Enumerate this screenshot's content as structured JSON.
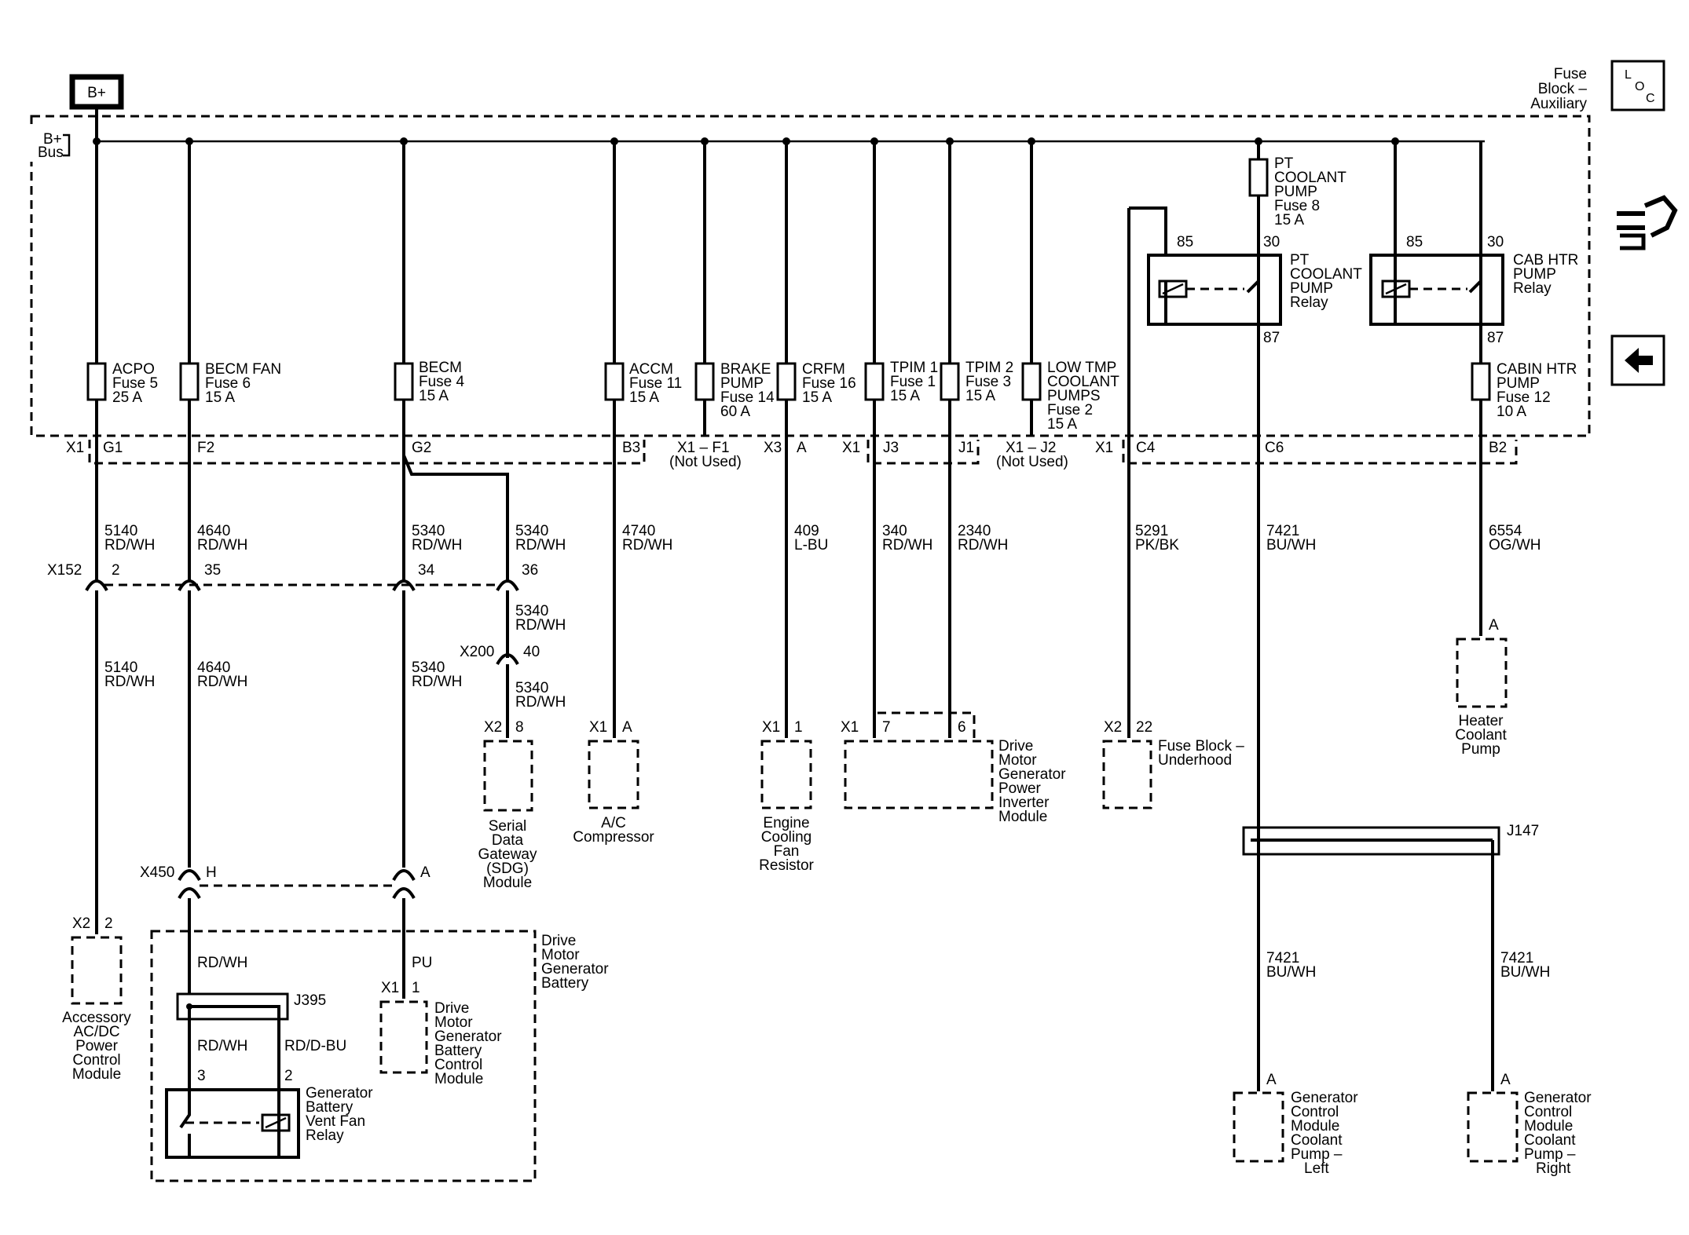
{
  "header": {
    "bplus": "B+",
    "fuse_block": [
      "Fuse",
      "Block –",
      "Auxiliary"
    ],
    "bplus_bus": [
      "B+",
      "Bus"
    ]
  },
  "nav_icons": {
    "loc": {
      "name": "loc-icon",
      "glyph": "L O C"
    },
    "harness": {
      "name": "harness-connector-icon"
    },
    "back": {
      "name": "back-arrow-icon",
      "glyph": "←"
    }
  },
  "fuses": [
    {
      "lines": [
        "ACPO",
        "Fuse 5",
        "25 A"
      ]
    },
    {
      "lines": [
        "BECM FAN",
        "Fuse 6",
        "15 A"
      ]
    },
    {
      "lines": [
        "BECM",
        "Fuse 4",
        "15 A"
      ]
    },
    {
      "lines": [
        "ACCM",
        "Fuse 11",
        "15 A"
      ]
    },
    {
      "lines": [
        "BRAKE",
        "PUMP",
        "Fuse 14",
        "60 A"
      ]
    },
    {
      "lines": [
        "CRFM",
        "Fuse 16",
        "15 A"
      ]
    },
    {
      "lines": [
        "TPIM 1",
        "Fuse 1",
        "15 A"
      ]
    },
    {
      "lines": [
        "TPIM 2",
        "Fuse 3",
        "15 A"
      ]
    },
    {
      "lines": [
        "LOW TMP",
        "COOLANT",
        "PUMPS",
        "Fuse 2",
        "15 A"
      ]
    },
    {
      "lines": [
        "PT",
        "COOLANT",
        "PUMP",
        "Fuse 8",
        "15 A"
      ]
    },
    {
      "lines": [
        "CABIN HTR",
        "PUMP",
        "Fuse 12",
        "10 A"
      ]
    }
  ],
  "relays": [
    {
      "lines": [
        "PT",
        "COOLANT",
        "PUMP",
        "Relay"
      ],
      "pin_coil": "85",
      "pin_in": "30",
      "pin_out": "87"
    },
    {
      "lines": [
        "CAB HTR",
        "PUMP",
        "Relay"
      ],
      "pin_coil": "85",
      "pin_in": "30",
      "pin_out": "87"
    }
  ],
  "block_connectors": {
    "x1_a": "X1",
    "g1": "G1",
    "f2": "F2",
    "g2": "G2",
    "b3": "B3",
    "x1_f1": "X1 – F1",
    "not_used_1": "(Not Used)",
    "x3": "X3",
    "a": "A",
    "x1_b": "X1",
    "j3": "J3",
    "j1": "J1",
    "x1_j2": "X1 – J2",
    "not_used_2": "(Not Used)",
    "x1_c": "X1",
    "c4": "C4",
    "c6": "C6",
    "b2": "B2"
  },
  "wires_top": [
    {
      "circuit": "5140",
      "color": "RD/WH"
    },
    {
      "circuit": "4640",
      "color": "RD/WH"
    },
    {
      "circuit": "5340",
      "color": "RD/WH"
    },
    {
      "circuit": "5340",
      "color": "RD/WH"
    },
    {
      "circuit": "4740",
      "color": "RD/WH"
    },
    {
      "circuit": "409",
      "color": "L-BU"
    },
    {
      "circuit": "340",
      "color": "RD/WH"
    },
    {
      "circuit": "2340",
      "color": "RD/WH"
    },
    {
      "circuit": "5291",
      "color": "PK/BK"
    },
    {
      "circuit": "7421",
      "color": "BU/WH"
    },
    {
      "circuit": "6554",
      "color": "OG/WH"
    }
  ],
  "x152": {
    "label": "X152",
    "pins": [
      "2",
      "35",
      "34",
      "36"
    ]
  },
  "wires_mid": [
    {
      "circuit": "5140",
      "color": "RD/WH"
    },
    {
      "circuit": "4640",
      "color": "RD/WH"
    },
    {
      "circuit": "5340",
      "color": "RD/WH"
    },
    {
      "circuit": "5340",
      "color": "RD/WH"
    },
    {
      "circuit": "5340",
      "color": "RD/WH"
    }
  ],
  "x200": {
    "label": "X200",
    "pin": "40"
  },
  "modules": {
    "sdg": {
      "conn": "X2",
      "pin": "8",
      "lines": [
        "Serial",
        "Data",
        "Gateway",
        "(SDG)",
        "Module"
      ]
    },
    "ac": {
      "conn": "X1",
      "pin": "A",
      "lines": [
        "A/C",
        "Compressor"
      ]
    },
    "fan": {
      "conn": "X1",
      "pin": "1",
      "lines": [
        "Engine",
        "Cooling",
        "Fan",
        "Resistor"
      ]
    },
    "inverter": {
      "conn": "X1",
      "pin_a": "7",
      "pin_b": "6",
      "lines": [
        "Drive",
        "Motor",
        "Generator",
        "Power",
        "Inverter",
        "Module"
      ]
    },
    "underhood": {
      "conn": "X2",
      "pin": "22",
      "lines": [
        "Fuse Block –",
        "Underhood"
      ]
    },
    "heater": {
      "pin": "A",
      "lines": [
        "Heater",
        "Coolant",
        "Pump"
      ]
    },
    "acpo": {
      "conn": "X2",
      "pin": "2",
      "lines": [
        "Accessory",
        "AC/DC",
        "Power",
        "Control",
        "Module"
      ]
    },
    "battery": {
      "lines": [
        "Drive",
        "Motor",
        "Generator",
        "Battery"
      ]
    },
    "bcm": {
      "conn": "X1",
      "pin": "1",
      "lines": [
        "Drive",
        "Motor",
        "Generator",
        "Battery",
        "Control",
        "Module"
      ]
    },
    "vent_relay": {
      "pin_a": "3",
      "pin_b": "2",
      "lines": [
        "Generator",
        "Battery",
        "Vent Fan",
        "Relay"
      ]
    },
    "pump_left": {
      "pin": "A",
      "lines": [
        "Generator",
        "Control",
        "Module",
        "Coolant",
        "Pump –",
        "Left"
      ]
    },
    "pump_right": {
      "pin": "A",
      "lines": [
        "Generator",
        "Control",
        "Module",
        "Coolant",
        "Pump –",
        "Right"
      ]
    }
  },
  "x450": {
    "label": "X450",
    "pins": [
      "H",
      "A"
    ]
  },
  "splices": {
    "j395": "J395",
    "j147": "J147"
  },
  "wires_low": {
    "rdwh_a": "RD/WH",
    "pu": "PU",
    "rdwh_b": "RD/WH",
    "rddbu": "RD/D-BU",
    "left": {
      "circuit": "7421",
      "color": "BU/WH"
    },
    "right": {
      "circuit": "7421",
      "color": "BU/WH"
    }
  }
}
